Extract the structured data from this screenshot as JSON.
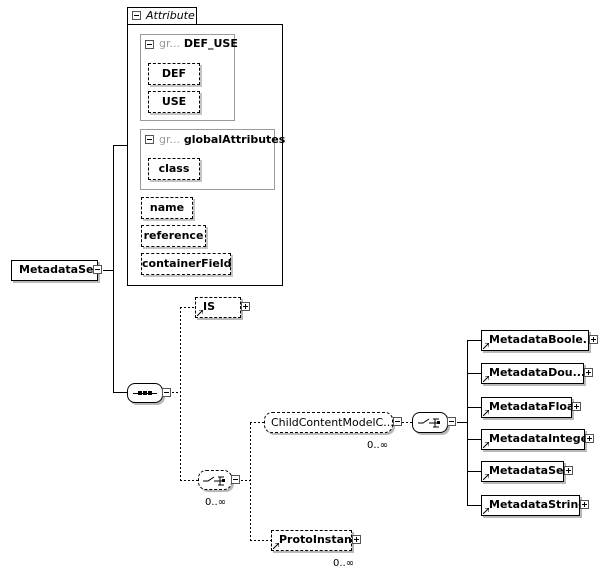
{
  "root": {
    "label": "MetadataSet"
  },
  "attributes_panel": {
    "title": "Attribute",
    "groups": [
      {
        "prefix": "gr...",
        "name": "DEF_USE",
        "attributes": [
          "DEF",
          "USE"
        ]
      },
      {
        "prefix": "gr...",
        "name": "globalAttributes",
        "attributes": [
          "class"
        ]
      }
    ],
    "attributes": [
      "name",
      "reference",
      "containerField"
    ]
  },
  "content": {
    "is_element": "IS",
    "choice_cardinality": "0..∞",
    "child_group": {
      "label": "ChildContentModelC...",
      "cardinality": "0..∞"
    },
    "proto_instance": {
      "label": "ProtoInstance",
      "cardinality": "0..∞"
    },
    "choice_children": [
      "MetadataBoole...",
      "MetadataDou...",
      "MetadataFloat",
      "MetadataInteger",
      "MetadataSet",
      "MetadataString"
    ]
  },
  "colors": {
    "line": "#000000",
    "shadow": "#b9b9b9",
    "group_border": "#9a9a9a"
  }
}
